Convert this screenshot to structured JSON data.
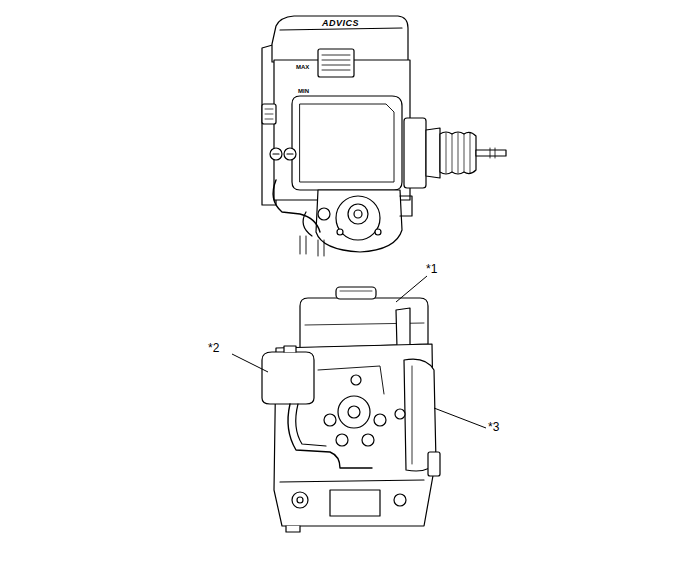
{
  "diagram": {
    "labels": [
      "*1",
      "*2",
      "*3",
      "ADVICS",
      "MAX",
      "MIN"
    ]
  }
}
